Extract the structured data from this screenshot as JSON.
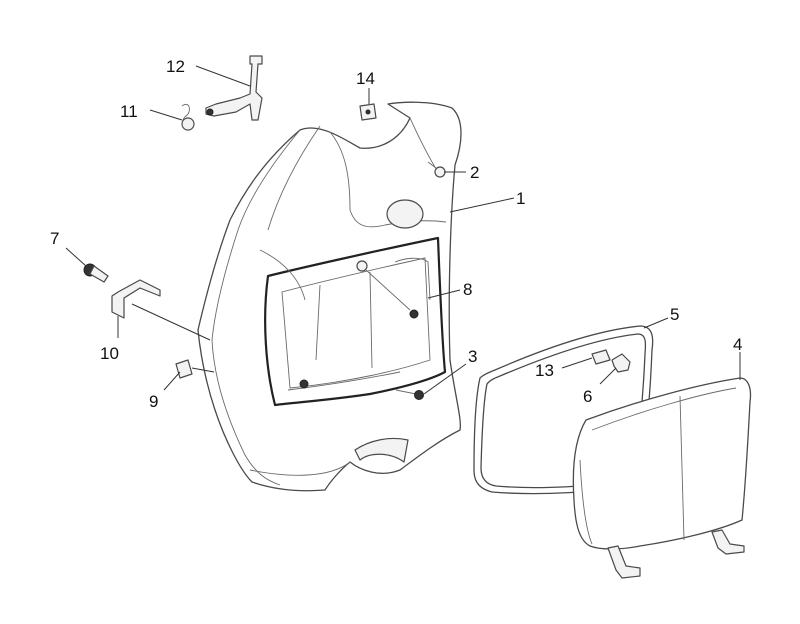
{
  "callouts": [
    {
      "id": "c1",
      "label": "1"
    },
    {
      "id": "c2",
      "label": "2"
    },
    {
      "id": "c3",
      "label": "3"
    },
    {
      "id": "c4",
      "label": "4"
    },
    {
      "id": "c5",
      "label": "5"
    },
    {
      "id": "c6",
      "label": "6"
    },
    {
      "id": "c7",
      "label": "7"
    },
    {
      "id": "c8",
      "label": "8"
    },
    {
      "id": "c9",
      "label": "9"
    },
    {
      "id": "c10",
      "label": "10"
    },
    {
      "id": "c11",
      "label": "11"
    },
    {
      "id": "c12",
      "label": "12"
    },
    {
      "id": "c13",
      "label": "13"
    },
    {
      "id": "c14",
      "label": "14"
    }
  ],
  "colors": {
    "line": "#4a4a4a",
    "background": "#ffffff",
    "text": "#111111"
  }
}
